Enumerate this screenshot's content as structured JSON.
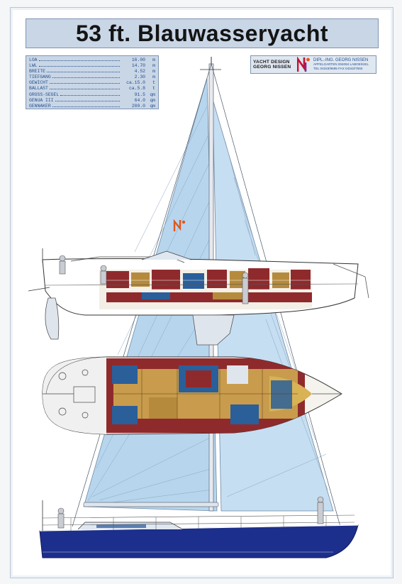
{
  "title": "53 ft. Blauwasseryacht",
  "specs": [
    {
      "label": "LOA",
      "value": "16.00",
      "unit": "m"
    },
    {
      "label": "LWL",
      "value": "14.70",
      "unit": "m"
    },
    {
      "label": "BREITE",
      "value": "4.52",
      "unit": "m"
    },
    {
      "label": "TIEFGANG",
      "value": "2.30",
      "unit": "m"
    },
    {
      "label": "GEWICHT",
      "value": "ca.15.0",
      "unit": "t"
    },
    {
      "label": "BALLAST",
      "value": "ca.5.8",
      "unit": "t"
    },
    {
      "label": "GROSS-SEGEL",
      "value": "91.5",
      "unit": "qm"
    },
    {
      "label": "GENUA III",
      "value": "64.0",
      "unit": "qm"
    },
    {
      "label": "GENNAKER",
      "value": "200.0",
      "unit": "qm"
    }
  ],
  "designer": {
    "brand_line1": "YACHT DESIGN",
    "brand_line2": "GEORG NISSEN",
    "name": "DIPL.-ING. GEORG NISSEN",
    "address": "APFELGARTEN 004084 LABOE/KIEL",
    "phone": "TEL 04343/9695 FAX 04343/7593"
  },
  "colors": {
    "sail": "#b7d6ee",
    "hull_blue": "#1d2f8c",
    "interior_red": "#8f2a2c",
    "wood": "#b58a3c",
    "upholstery": "#2a5f9a",
    "accent_orange": "#e2561d"
  },
  "icons": [
    "designer-logo-icon",
    "sail-logo-icon"
  ]
}
